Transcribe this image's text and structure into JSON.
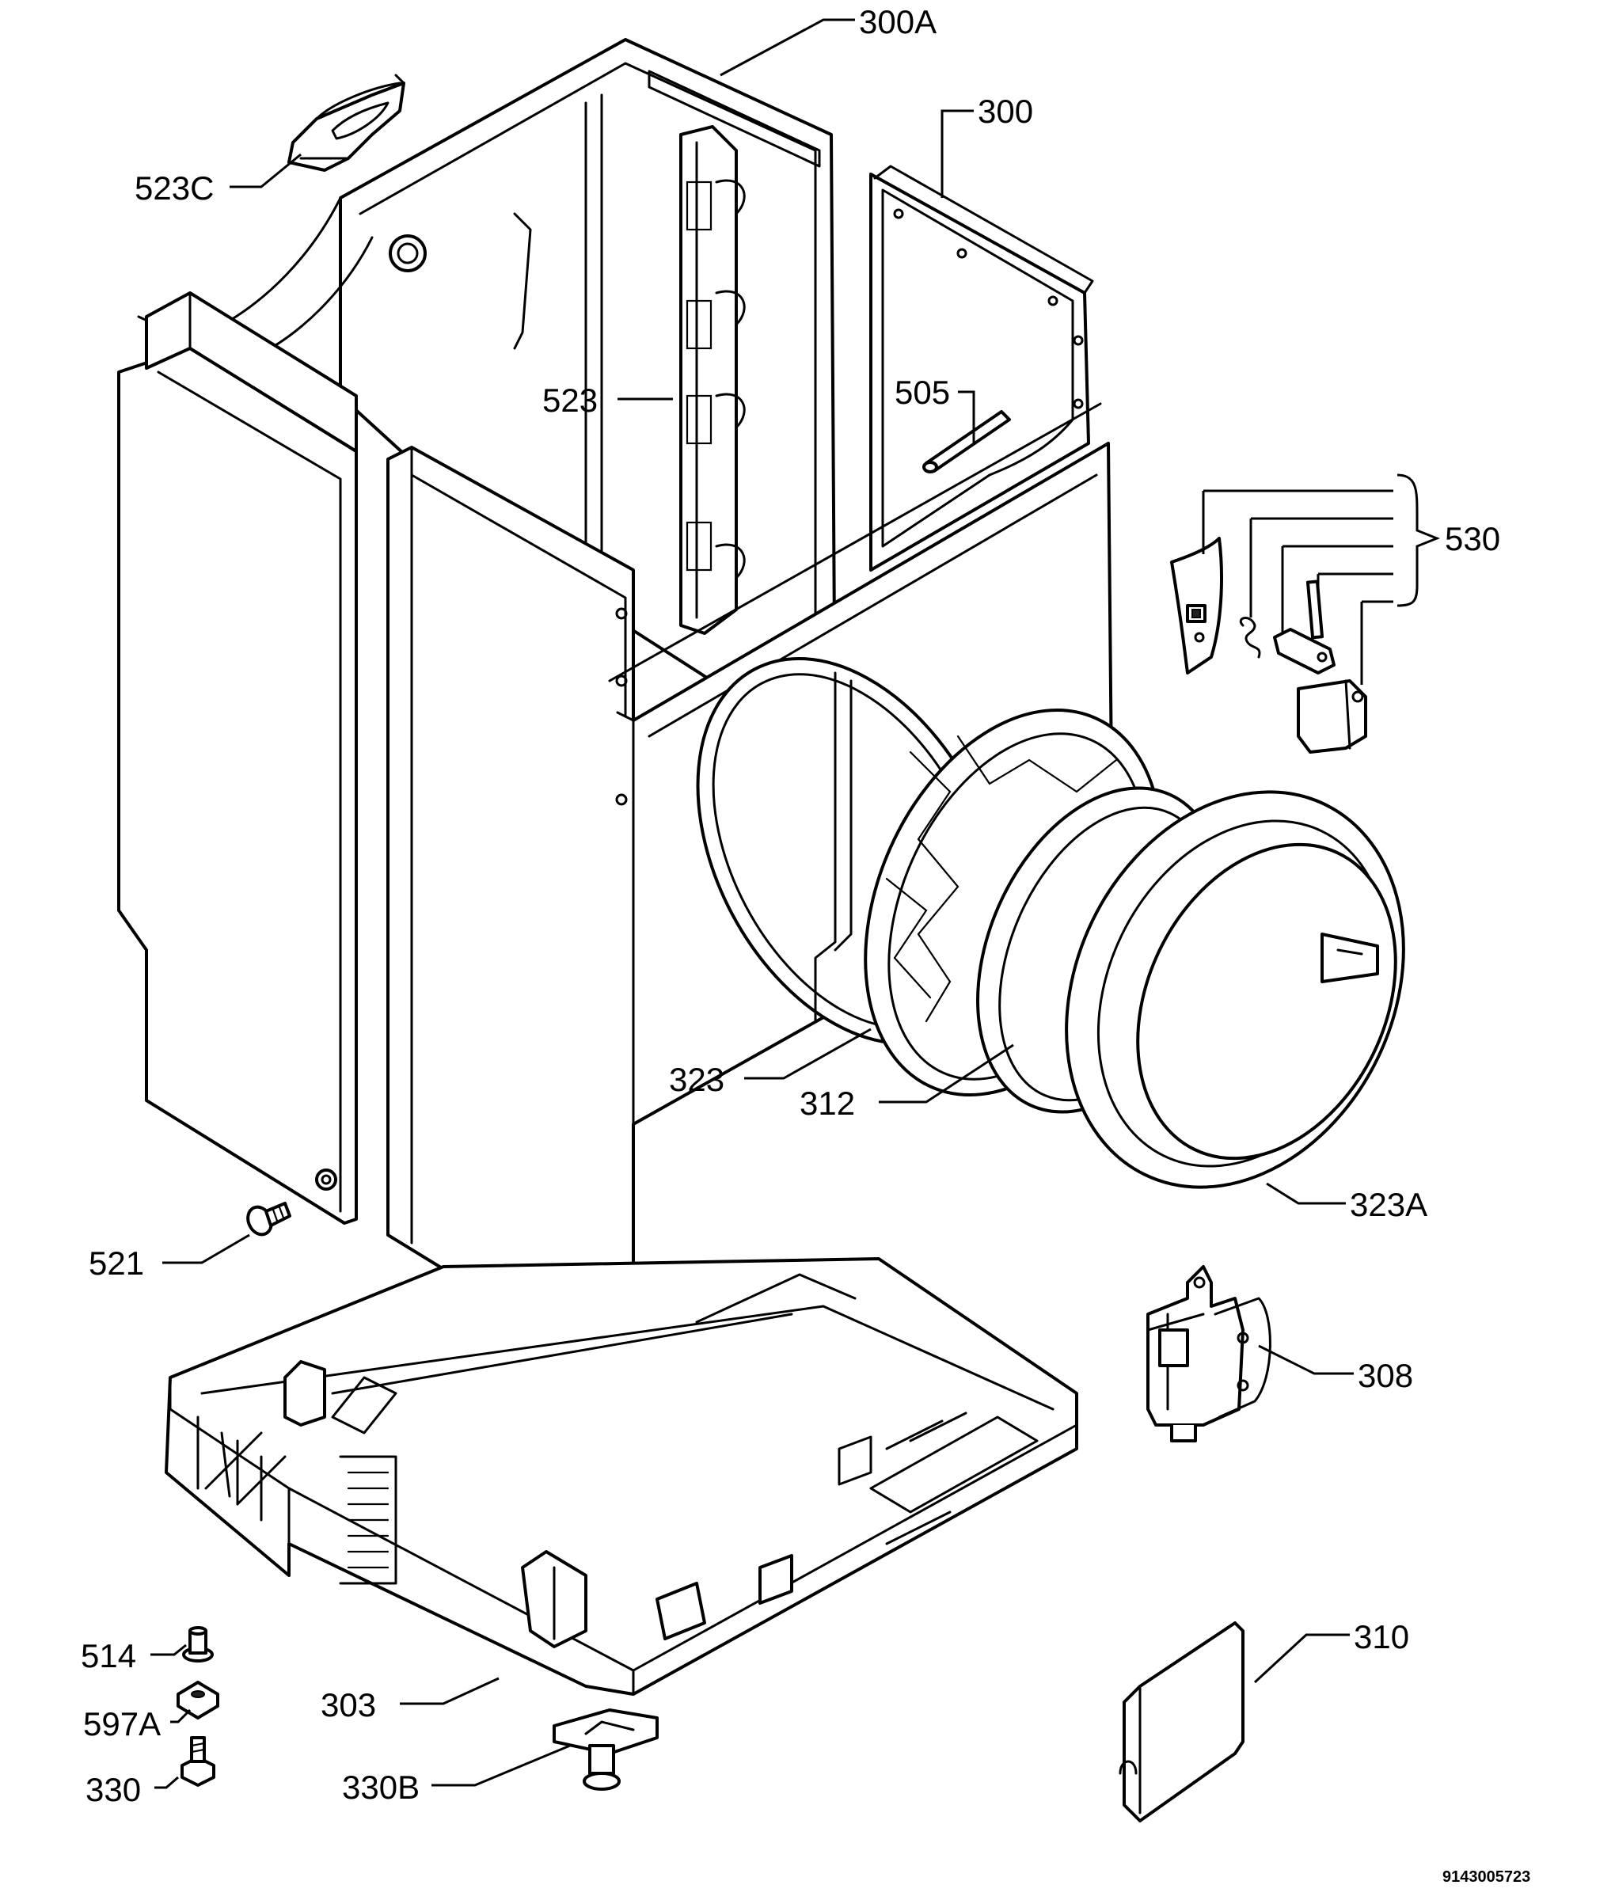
{
  "labels": {
    "l300A": "300A",
    "l300": "300",
    "l523C": "523C",
    "l523": "523",
    "l505": "505",
    "l530": "530",
    "l323": "323",
    "l312": "312",
    "l323A": "323A",
    "l521": "521",
    "l308": "308",
    "l514": "514",
    "l597A": "597A",
    "l330": "330",
    "l303": "303",
    "l330B": "330B",
    "l310": "310"
  },
  "drawing_number": "9143005723"
}
